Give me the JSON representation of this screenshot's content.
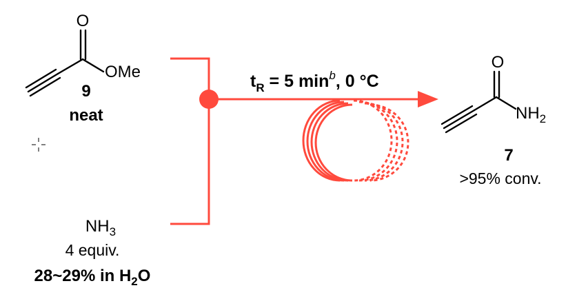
{
  "reagent_left": {
    "atom_o": "O",
    "ome": "OMe",
    "number": "9",
    "condition": "neat"
  },
  "reagent_bottom": {
    "nh": "NH",
    "nh_sub": "3",
    "equiv": "4 equiv.",
    "solution_pre": "28~29% in H",
    "solution_sub": "2",
    "solution_post": "O"
  },
  "arrow_label": {
    "t": "t",
    "t_sub": "R",
    "eq": " = 5 min",
    "sup": "b",
    "rest": ", 0 °C"
  },
  "product": {
    "atom_o": "O",
    "nh": "NH",
    "nh_sub": "2",
    "number": "7",
    "conversion": ">95% conv."
  },
  "colors": {
    "flow": "#ff4a3d",
    "text": "#000000"
  }
}
